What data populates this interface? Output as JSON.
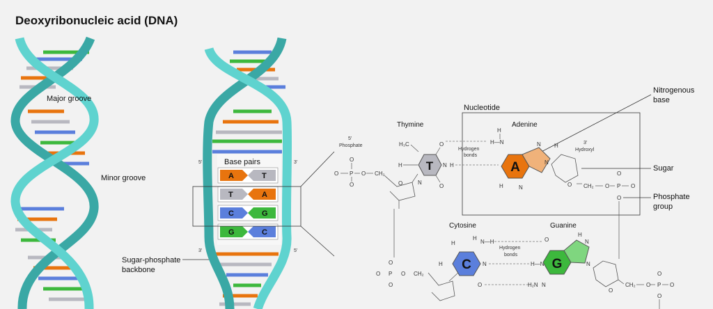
{
  "title": "Deoxyribonucleic acid (DNA)",
  "labels": {
    "major_groove": "Major groove",
    "minor_groove": "Minor groove",
    "backbone_1": "Sugar-phosphate",
    "backbone_2": "backbone",
    "base_pairs": "Base pairs",
    "five_prime": "5'",
    "three_prime": "3'",
    "phosphate_5_1": "5'",
    "phosphate_5_2": "Phosphate",
    "hydroxyl_3_1": "3'",
    "hydroxyl_3_2": "Hydroxyl",
    "nucleotide": "Nucleotide",
    "thymine": "Thymine",
    "adenine": "Adenine",
    "cytosine": "Cytosine",
    "guanine": "Guanine",
    "hydrogen_1": "Hydrogen",
    "hydrogen_2": "bonds",
    "nitrogenous_1": "Nitrogenous",
    "nitrogenous_2": "base",
    "sugar": "Sugar",
    "phosphate_group_1": "Phosphate",
    "phosphate_group_2": "group"
  },
  "base_pair_rows": [
    {
      "left": "A",
      "right": "T",
      "left_color": "#e8740e",
      "right_color": "#b8b8c0"
    },
    {
      "left": "T",
      "right": "A",
      "left_color": "#b8b8c0",
      "right_color": "#e8740e"
    },
    {
      "left": "C",
      "right": "G",
      "left_color": "#5b7fdc",
      "right_color": "#3db83d"
    },
    {
      "left": "G",
      "right": "C",
      "left_color": "#3db83d",
      "right_color": "#5b7fdc"
    }
  ],
  "bases": {
    "T": "T",
    "A": "A",
    "C": "C",
    "G": "G"
  },
  "colors": {
    "backbone": "#5fd3cf",
    "backbone_dark": "#3aa8a5",
    "adenine": "#e8740e",
    "thymine": "#b8b8c0",
    "cytosine": "#5b7fdc",
    "guanine": "#3db83d",
    "adenine_ring2": "#f0b27a",
    "guanine_ring2": "#7fd67f"
  },
  "chem": {
    "H": "H",
    "N": "N",
    "O": "O",
    "P": "P",
    "H3C": "H₃C",
    "CH2": "CH₂",
    "H2N": "H₂N",
    "NH": "N—H",
    "HN": "H—N"
  }
}
